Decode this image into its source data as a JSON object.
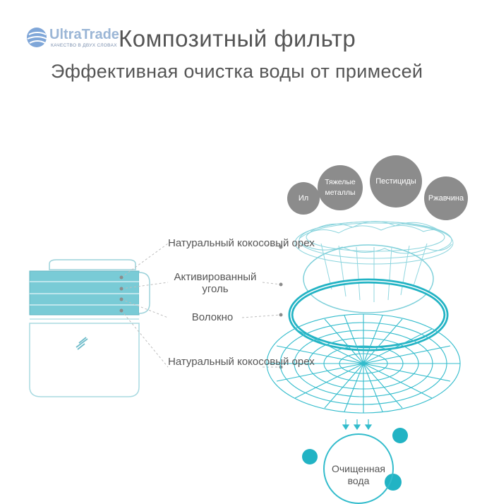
{
  "logo": {
    "name": "UltraTrade",
    "tagline": "КАЧЕСТВО В ДВУХ СЛОВАХ"
  },
  "header": {
    "title": "Композитный фильтр",
    "subtitle": "Эффективная очистка воды от примесей"
  },
  "contaminants": [
    {
      "label": "Ил"
    },
    {
      "label": "Тяжелые металлы"
    },
    {
      "label": "Пестициды"
    },
    {
      "label": "Ржавчина"
    }
  ],
  "layers": [
    {
      "label": "Натуральный кокосовый орех"
    },
    {
      "label": "Активированный уголь"
    },
    {
      "label": "Волокно"
    },
    {
      "label": "Натуральный кокосовый орех"
    }
  ],
  "output": {
    "label": "Очищенная вода"
  },
  "colors": {
    "accent": "#22b3c4",
    "text": "#555555",
    "bubble": "#8c8c8c"
  }
}
